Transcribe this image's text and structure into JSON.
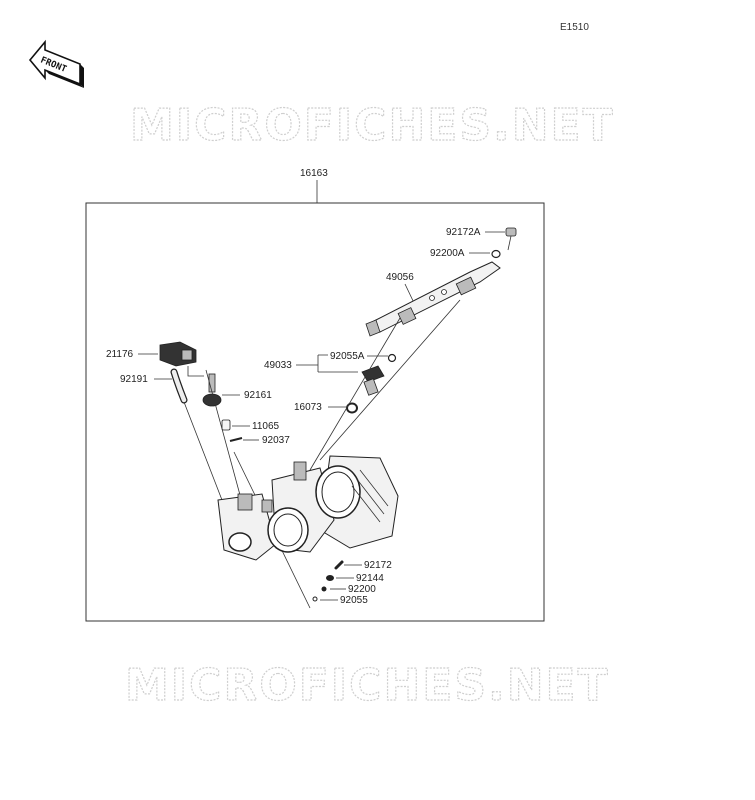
{
  "page": {
    "code": "E1510",
    "front_label": "FRONT",
    "watermark": "MICROFICHES.NET",
    "assembly_number": "16163"
  },
  "parts": {
    "p92172A": "92172A",
    "p92200A": "92200A",
    "p49056": "49056",
    "p21176": "21176",
    "p92191": "92191",
    "p92055A": "92055A",
    "p49033": "49033",
    "p92161": "92161",
    "p16073": "16073",
    "p11065": "11065",
    "p92037": "92037",
    "p92172": "92172",
    "p92144": "92144",
    "p92200": "92200",
    "p92055": "92055"
  },
  "colors": {
    "line": "#333333",
    "watermark": "#cfcfcf",
    "part_fill": "#f2f2f2"
  }
}
